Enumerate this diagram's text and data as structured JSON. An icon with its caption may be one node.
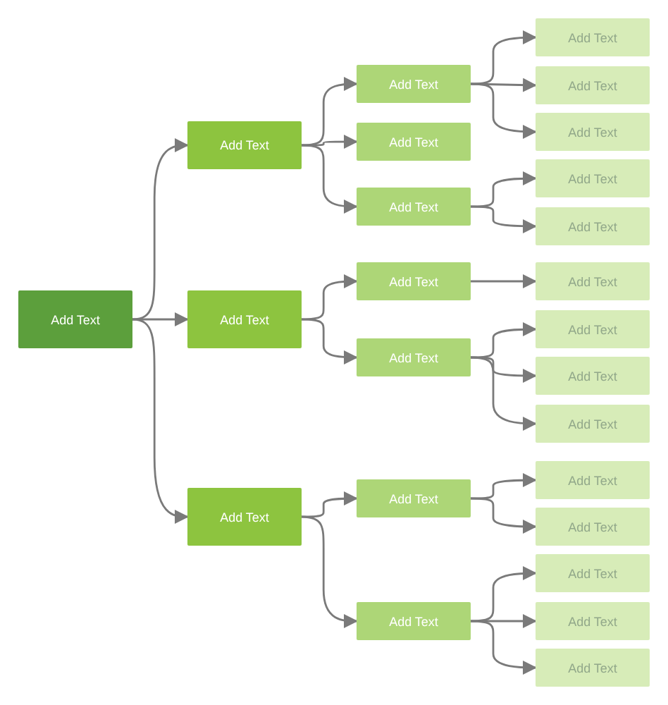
{
  "diagram": {
    "nodes": [
      {
        "text": [
          "Add Text"
        ]
      },
      {
        "text": [
          "Add Text"
        ]
      },
      {
        "text": [
          "Add Text"
        ]
      },
      {
        "text": [
          "Add Text"
        ]
      },
      {
        "text": [
          "Add Text"
        ]
      },
      {
        "text": [
          "Add Text"
        ]
      },
      {
        "text": [
          "Add Text"
        ]
      },
      {
        "text": [
          "Add Text"
        ]
      },
      {
        "text": [
          "Add Text"
        ]
      },
      {
        "text": [
          "Add Text"
        ]
      },
      {
        "text": [
          "Add Text"
        ]
      },
      {
        "text": [
          "Add Text"
        ]
      },
      {
        "text": [
          "Add Text"
        ]
      },
      {
        "text": [
          "Add Text"
        ]
      },
      {
        "text": [
          "Add Text"
        ]
      },
      {
        "text": [
          "Add Text"
        ]
      },
      {
        "text": [
          "Add Text"
        ]
      },
      {
        "text": [
          "Add Text"
        ]
      },
      {
        "text": [
          "Add Text"
        ]
      },
      {
        "text": [
          "Add Text"
        ]
      },
      {
        "text": [
          "Add Text"
        ]
      },
      {
        "text": [
          "Add Text"
        ]
      },
      {
        "text": [
          "Add Text"
        ]
      },
      {
        "text": [
          "Add Text"
        ]
      },
      {
        "text": [
          "Add Text"
        ]
      }
    ],
    "edges": [
      {
        "from": 0,
        "to": 1,
        "arrow": "to"
      },
      {
        "from": 0,
        "to": 2,
        "arrow": "to"
      },
      {
        "from": 0,
        "to": 3,
        "arrow": "to"
      },
      {
        "from": 1,
        "to": 4,
        "arrow": "to"
      },
      {
        "from": 1,
        "to": 5,
        "arrow": "to"
      },
      {
        "from": 1,
        "to": 6,
        "arrow": "to"
      },
      {
        "from": 2,
        "to": 7,
        "arrow": "to"
      },
      {
        "from": 2,
        "to": 8,
        "arrow": "to"
      },
      {
        "from": 3,
        "to": 9,
        "arrow": "to"
      },
      {
        "from": 3,
        "to": 10,
        "arrow": "to"
      },
      {
        "from": 4,
        "to": 11,
        "arrow": "to"
      },
      {
        "from": 4,
        "to": 12,
        "arrow": "to"
      },
      {
        "from": 4,
        "to": 13,
        "arrow": "to"
      },
      {
        "from": 6,
        "to": 14,
        "arrow": "to"
      },
      {
        "from": 6,
        "to": 15,
        "arrow": "to"
      },
      {
        "from": 7,
        "to": 16,
        "arrow": "to"
      },
      {
        "from": 8,
        "to": 17,
        "arrow": "to"
      },
      {
        "from": 8,
        "to": 18,
        "arrow": "to"
      },
      {
        "from": 8,
        "to": 19,
        "arrow": "to"
      },
      {
        "from": 9,
        "to": 20,
        "arrow": "to"
      },
      {
        "from": 9,
        "to": 21,
        "arrow": "to"
      },
      {
        "from": 10,
        "to": 22,
        "arrow": "to"
      },
      {
        "from": 10,
        "to": 23,
        "arrow": "to"
      },
      {
        "from": 10,
        "to": 24,
        "arrow": "to"
      }
    ]
  }
}
